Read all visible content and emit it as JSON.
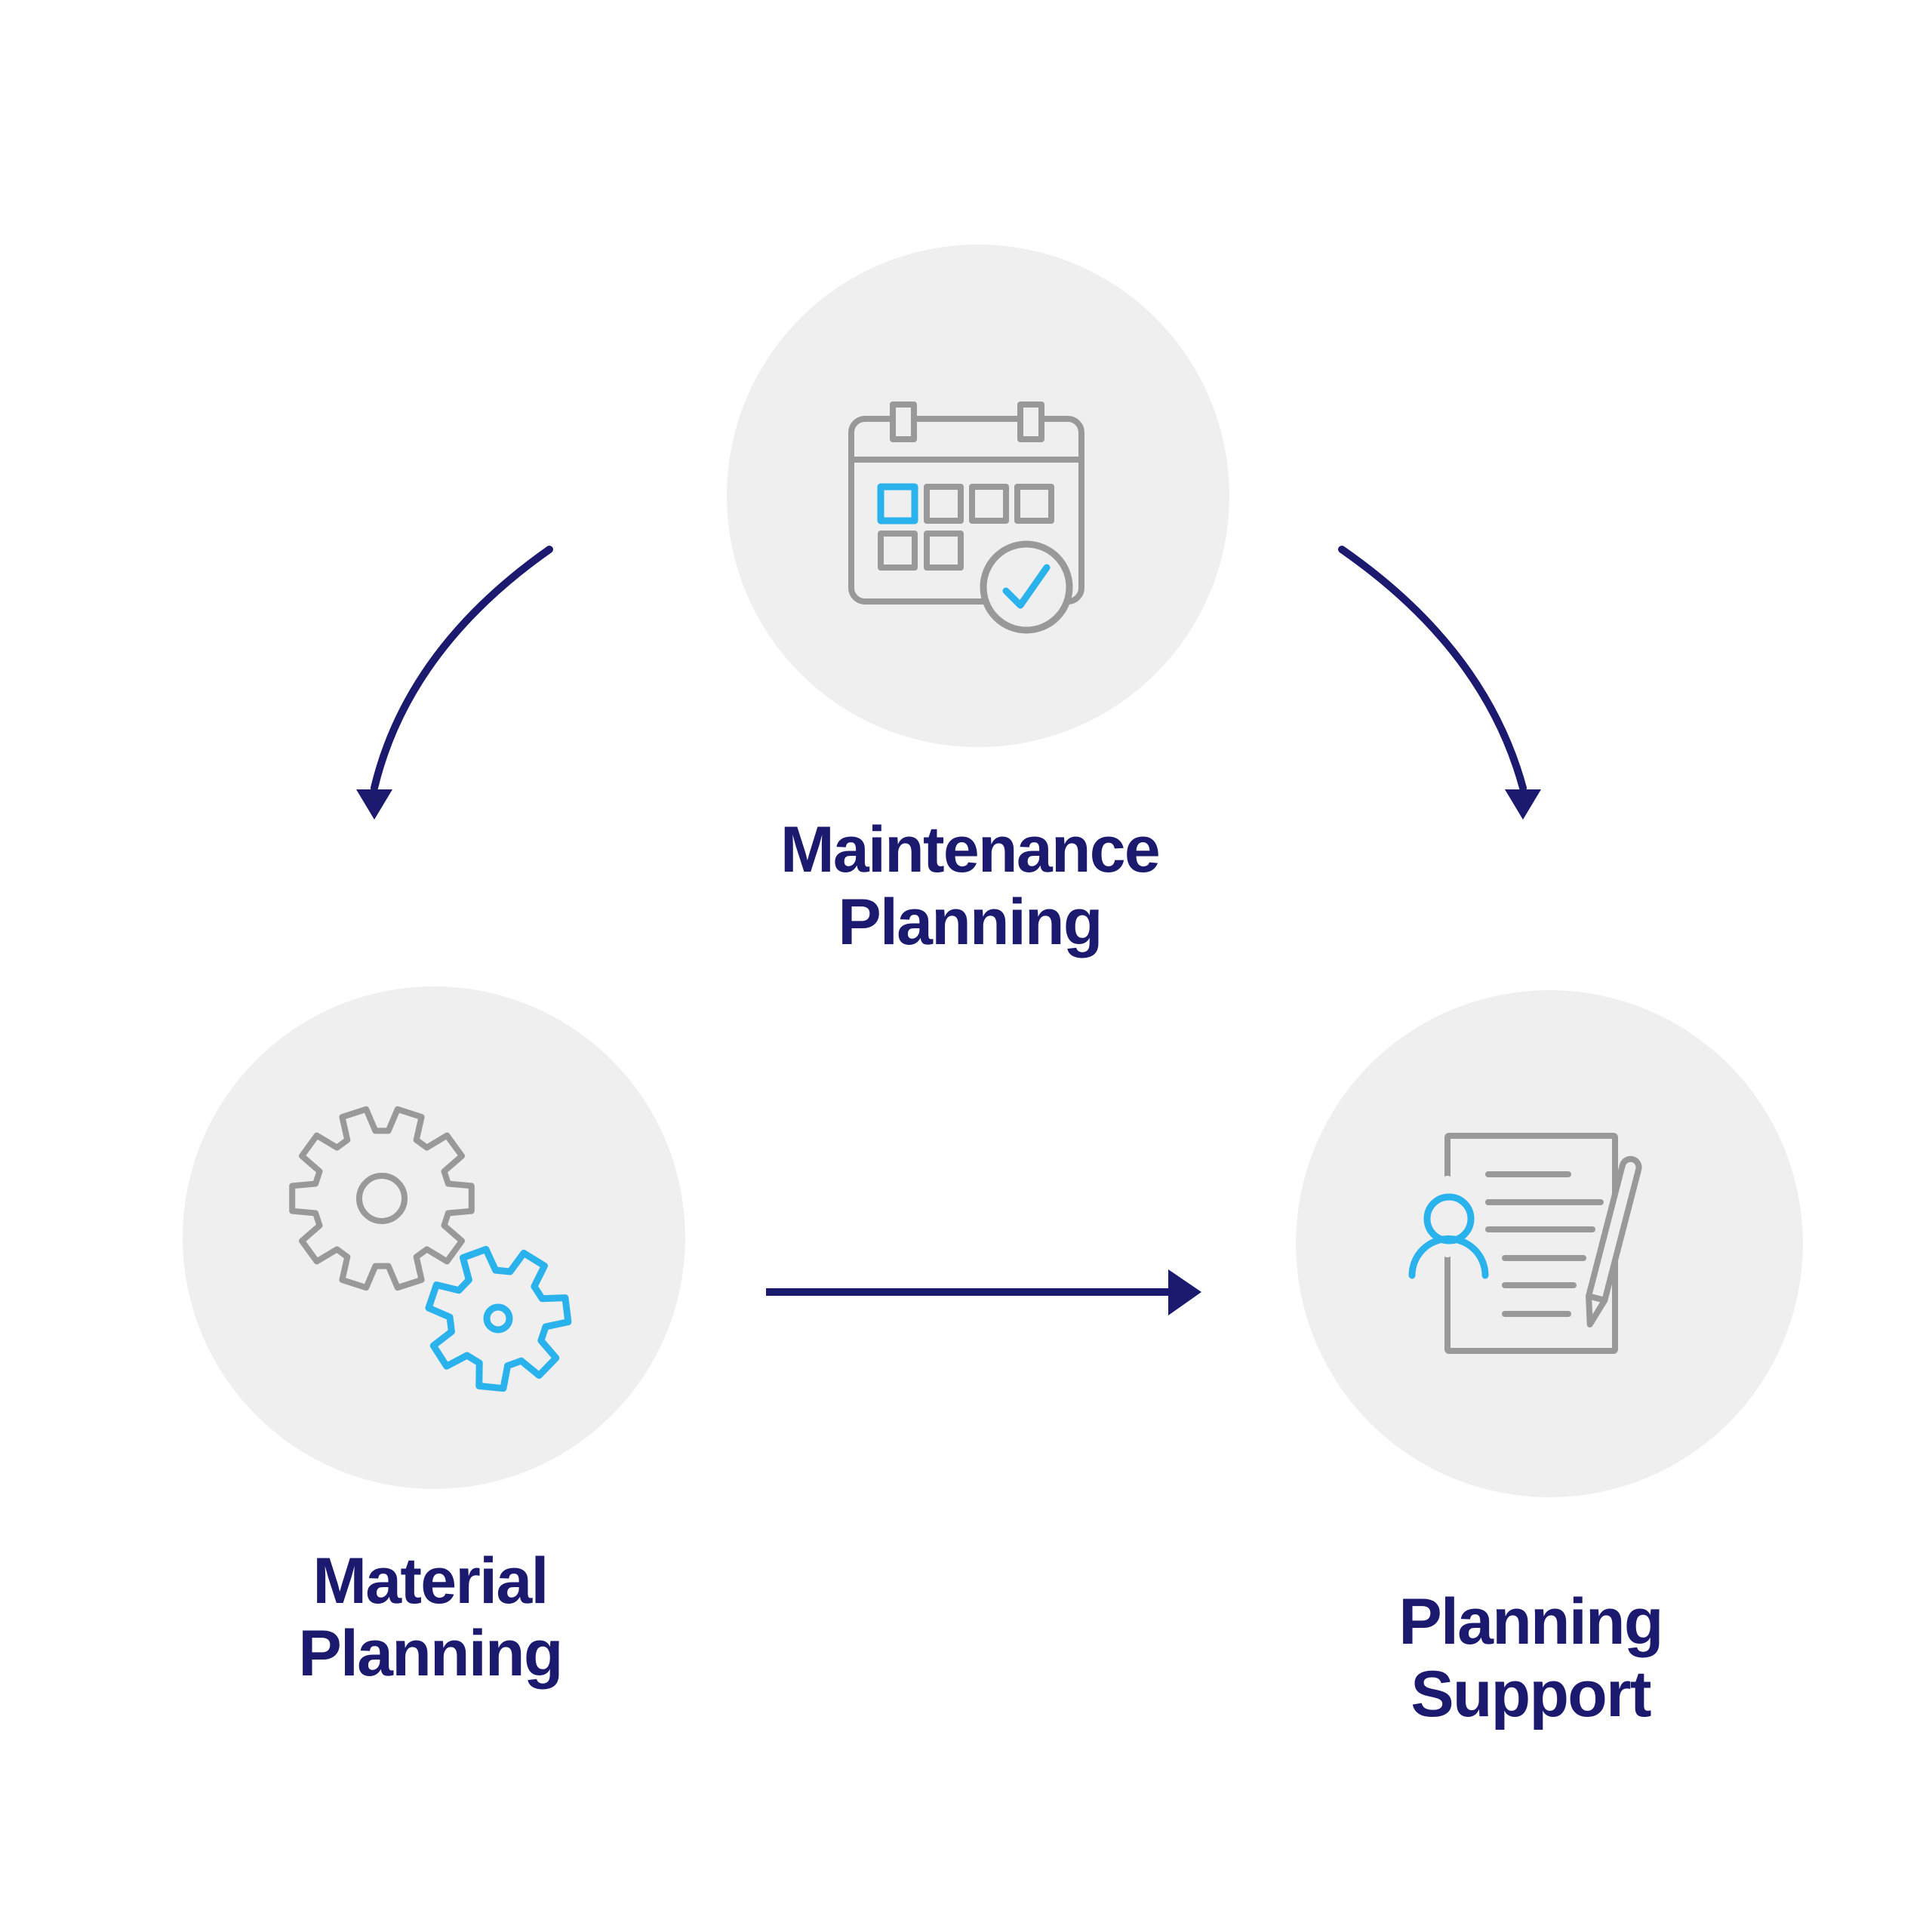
{
  "diagram": {
    "nodes": [
      {
        "id": "maintenance-planning",
        "label": "Maintenance\nPlanning",
        "icon": "calendar-check-icon",
        "position": "top-center"
      },
      {
        "id": "material-planning",
        "label": "Material\nPlanning",
        "icon": "gears-icon",
        "position": "bottom-left"
      },
      {
        "id": "planning-support",
        "label": "Planning\nSupport",
        "icon": "document-person-pen-icon",
        "position": "bottom-right"
      }
    ],
    "connections": [
      {
        "from": "Maintenance Planning",
        "to": "Material Planning",
        "shape": "curved-arrow-down-left"
      },
      {
        "from": "Maintenance Planning",
        "to": "Planning Support",
        "shape": "curved-arrow-down-right"
      },
      {
        "from": "Material Planning",
        "to": "Planning Support",
        "shape": "straight-arrow-right"
      }
    ],
    "colors": {
      "arrow_text_navy": "#1b1a6e",
      "accent_blue": "#2ab2ec",
      "icon_gray": "#999999",
      "node_background": "#efefef",
      "page_background": "#ffffff"
    }
  }
}
